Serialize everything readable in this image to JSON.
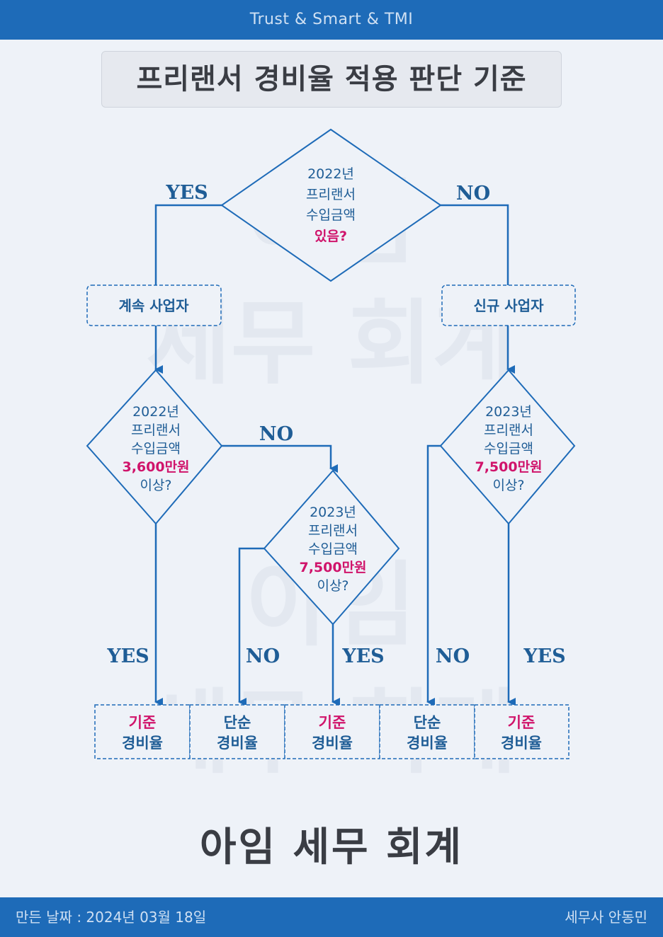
{
  "header": {
    "tagline": "Trust & Smart & TMI"
  },
  "title": "프리랜서 경비율 적용 판단 기준",
  "watermark": {
    "line1": "아임",
    "line2": "세무 회계"
  },
  "decisions": {
    "d1": {
      "lines": [
        "2022년",
        "프리랜서",
        "수입금액"
      ],
      "highlight": "있음?",
      "tail": ""
    },
    "d2": {
      "lines": [
        "2022년",
        "프리랜서",
        "수입금액"
      ],
      "highlight": "3,600만원",
      "tail": "이상?"
    },
    "d3": {
      "lines": [
        "2023년",
        "프리랜서",
        "수입금액"
      ],
      "highlight": "7,500만원",
      "tail": "이상?"
    },
    "d4": {
      "lines": [
        "2023년",
        "프리랜서",
        "수입금액"
      ],
      "highlight": "7,500만원",
      "tail": "이상?"
    }
  },
  "boxes": {
    "continuing": "계속 사업자",
    "new": "신규 사업자"
  },
  "branches": {
    "d1_yes": "YES",
    "d1_no": "NO",
    "d2_no": "NO",
    "d2_yes": "YES",
    "d3_no": "NO",
    "d3_yes": "YES",
    "d4_no": "NO",
    "d4_yes": "YES"
  },
  "results": [
    {
      "line1": "기준",
      "line2": "경비율",
      "highlight": true
    },
    {
      "line1": "단순",
      "line2": "경비율",
      "highlight": false
    },
    {
      "line1": "기준",
      "line2": "경비율",
      "highlight": true
    },
    {
      "line1": "단순",
      "line2": "경비율",
      "highlight": false
    },
    {
      "line1": "기준",
      "line2": "경비율",
      "highlight": true
    }
  ],
  "company": "아임 세무 회계",
  "footer": {
    "date": "만든 날짜 : 2024년 03월 18일",
    "author": "세무사  안동민"
  },
  "colors": {
    "brand": "#1e6bb8",
    "line": "#1e6bb8",
    "text": "#1f5d96",
    "highlight": "#d0146b"
  }
}
